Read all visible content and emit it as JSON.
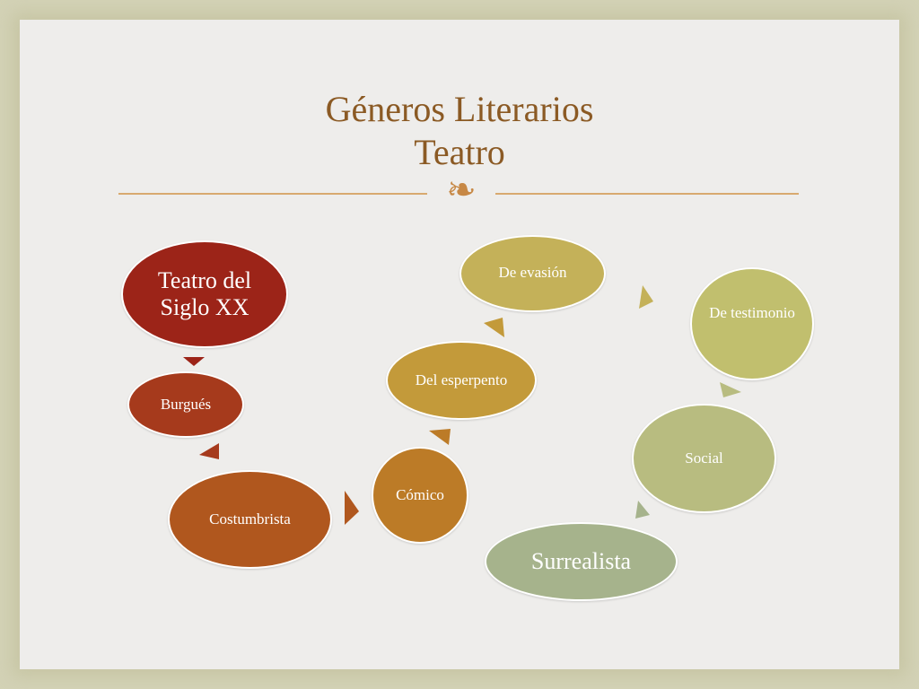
{
  "title": {
    "line1": "Géneros Literarios",
    "line2": "Teatro"
  },
  "ornament_icon": "flourish-icon",
  "colors": {
    "background_outer": "#d3d2b6",
    "background_inner": "#eeedeb",
    "title": "#8b5a24",
    "rule": "#d8a96f"
  },
  "diagram": {
    "type": "cycle",
    "nodes": [
      {
        "id": "teatro-del-siglo-xx",
        "label": "Teatro del Siglo XX",
        "color": "#9c2418"
      },
      {
        "id": "burgues",
        "label": "Burgués",
        "color": "#a63a1c"
      },
      {
        "id": "costumbrista",
        "label": "Costumbrista",
        "color": "#b0571e"
      },
      {
        "id": "comico",
        "label": "Cómico",
        "color": "#bc7b27"
      },
      {
        "id": "del-esperpento",
        "label": "Del esperpento",
        "color": "#c39a3a"
      },
      {
        "id": "de-evasion",
        "label": "De evasión",
        "color": "#c4b159"
      },
      {
        "id": "de-testimonio",
        "label": "De testimonio",
        "color": "#c1bf6e"
      },
      {
        "id": "social",
        "label": "Social",
        "color": "#b8bc80"
      },
      {
        "id": "surrealista",
        "label": "Surrealista",
        "color": "#a6b38c"
      }
    ],
    "edges": [
      {
        "from": "teatro-del-siglo-xx",
        "to": "burgues",
        "color": "#9c2418"
      },
      {
        "from": "burgues",
        "to": "costumbrista",
        "color": "#a63a1c"
      },
      {
        "from": "costumbrista",
        "to": "comico",
        "color": "#b0571e"
      },
      {
        "from": "comico",
        "to": "del-esperpento",
        "color": "#bc7b27"
      },
      {
        "from": "del-esperpento",
        "to": "de-evasion",
        "color": "#c39a3a"
      },
      {
        "from": "de-evasion",
        "to": "de-testimonio",
        "color": "#c4b159"
      },
      {
        "from": "de-testimonio",
        "to": "social",
        "color": "#b8bc80"
      },
      {
        "from": "social",
        "to": "surrealista",
        "color": "#a6b38c"
      }
    ]
  }
}
